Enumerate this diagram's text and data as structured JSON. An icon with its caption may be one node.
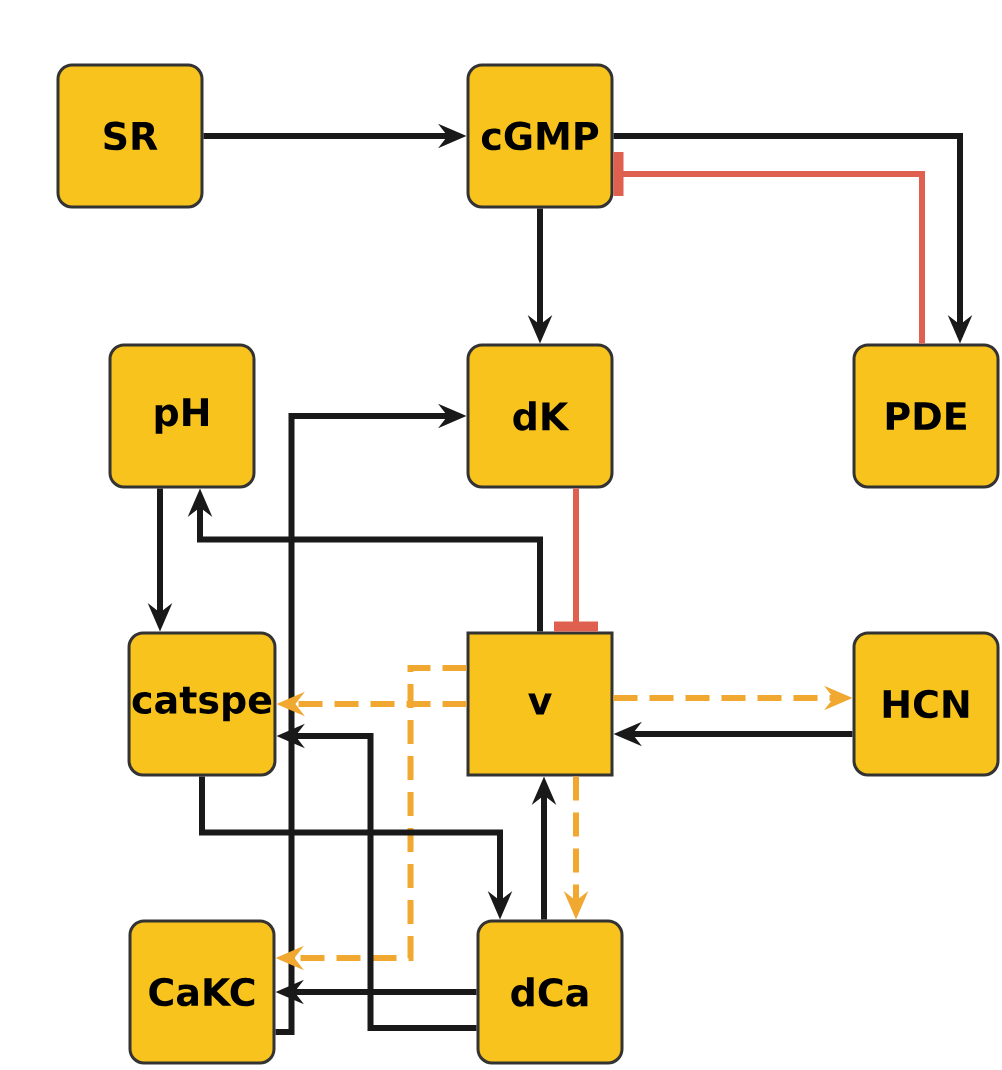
{
  "diagram": {
    "nodes": [
      {
        "text": [
          "SR"
        ]
      },
      {
        "text": [
          "cGMP"
        ]
      },
      {
        "text": [
          "PDE"
        ]
      },
      {
        "text": [
          "pH"
        ]
      },
      {
        "text": [
          "dK"
        ]
      },
      {
        "text": [
          "catspe"
        ]
      },
      {
        "text": [
          "v"
        ]
      },
      {
        "text": [
          "HCN"
        ]
      },
      {
        "text": [
          "CaKC"
        ]
      },
      {
        "text": [
          "dCa"
        ]
      }
    ],
    "edges": [
      {
        "from": 0,
        "to": 1,
        "arrow": "to"
      },
      {
        "from": 1,
        "to": 2,
        "arrow": "to"
      },
      {
        "from": 2,
        "to": 1,
        "arrow": "other",
        "color": "#e0604f"
      },
      {
        "from": 1,
        "to": 4,
        "arrow": "to"
      },
      {
        "from": 4,
        "to": 6,
        "arrow": "other",
        "color": "#e0604f"
      },
      {
        "from": 6,
        "to": 3,
        "arrow": "to"
      },
      {
        "from": 3,
        "to": 5,
        "arrow": "to"
      },
      {
        "from": 8,
        "to": 4,
        "arrow": "to"
      },
      {
        "from": 6,
        "to": 5,
        "arrow": "to",
        "style": "dashed",
        "color": "#f0a830"
      },
      {
        "from": 6,
        "to": 8,
        "arrow": "to",
        "style": "dashed",
        "color": "#f0a830"
      },
      {
        "from": 6,
        "to": 7,
        "arrow": "to",
        "style": "dashed",
        "color": "#f0a830"
      },
      {
        "from": 7,
        "to": 6,
        "arrow": "to"
      },
      {
        "from": 9,
        "to": 5,
        "arrow": "to"
      },
      {
        "from": 5,
        "to": 9,
        "arrow": "to"
      },
      {
        "from": 9,
        "to": 6,
        "arrow": "to"
      },
      {
        "from": 6,
        "to": 9,
        "arrow": "to",
        "style": "dashed",
        "color": "#f0a830"
      },
      {
        "from": 9,
        "to": 8,
        "arrow": "to"
      }
    ]
  }
}
